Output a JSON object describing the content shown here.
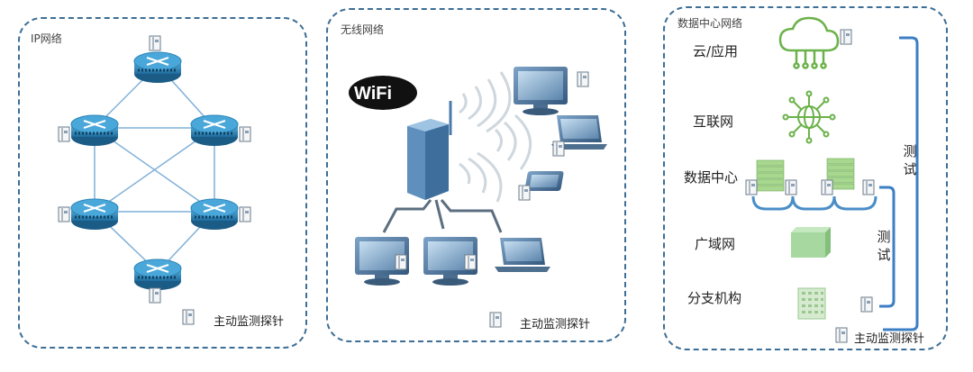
{
  "ip_panel": {
    "title": "IP网络",
    "legend": "主动监测探针"
  },
  "wireless_panel": {
    "title": "无线网络",
    "wifi_logo": "WiFi",
    "legend": "主动监测探针"
  },
  "dc_panel": {
    "title": "数据中心网络",
    "rows": [
      "云/应用",
      "互联网",
      "数据中心",
      "广域网",
      "分支机构"
    ],
    "test_label_outer": "测试",
    "test_label_inner": "测试",
    "legend": "主动监测探针"
  },
  "colors": {
    "border": "#3d6e96",
    "router": "#2a7fb0",
    "link": "#7fb0d8",
    "green": "#7fc45f",
    "bracket": "#3d7fc4"
  }
}
